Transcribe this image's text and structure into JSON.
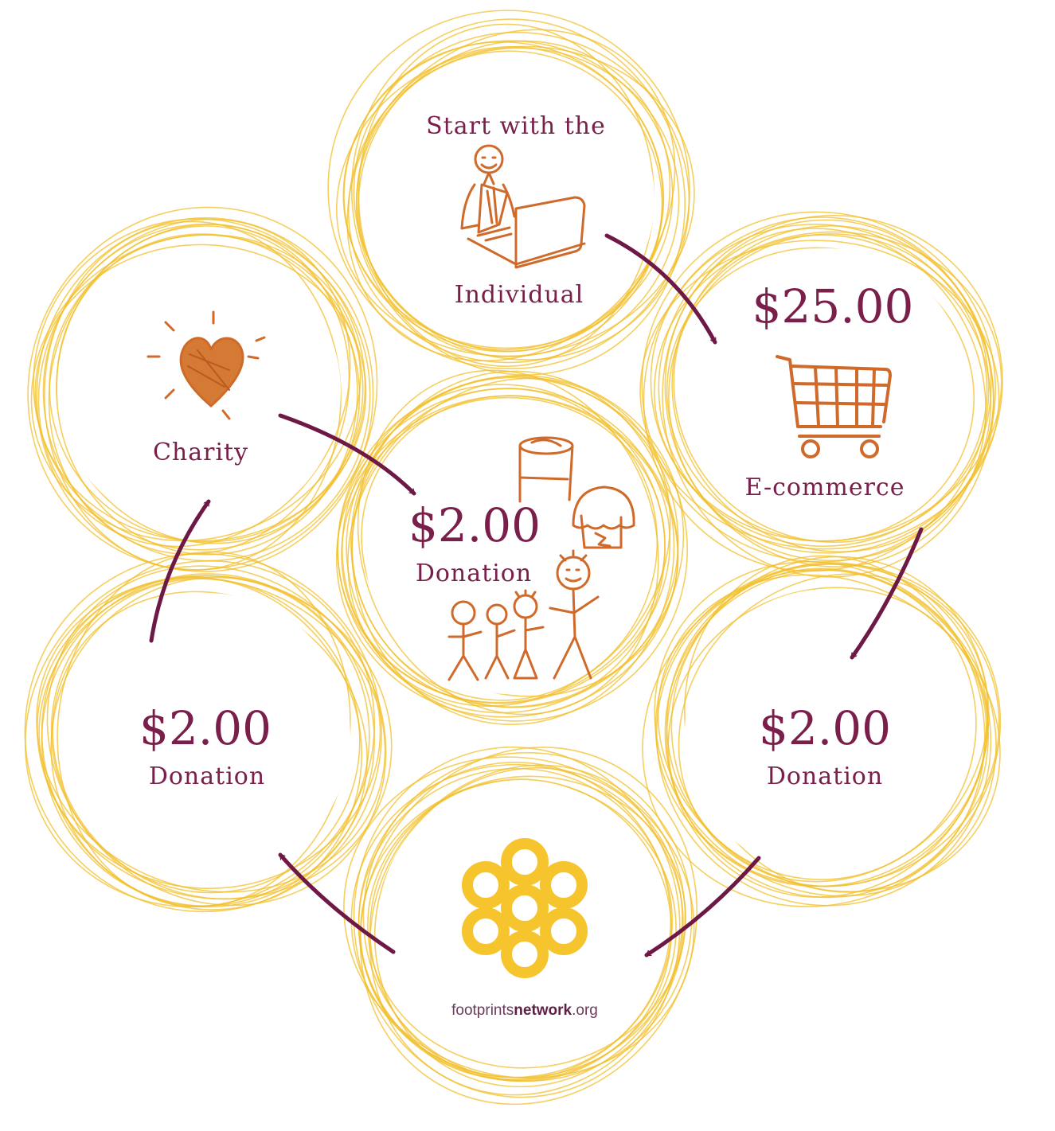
{
  "colors": {
    "ring": "#f1bf2a",
    "text": "#7a1e4a",
    "arrow": "#6e1846",
    "drawing": "#d06a2a",
    "logo": "#f6c52e"
  },
  "nodes": {
    "individual": {
      "top_label": "Start with the",
      "bottom_label": "Individual",
      "icon": "person-at-laptop-icon"
    },
    "ecommerce": {
      "amount": "$25.00",
      "label": "E-commerce",
      "icon": "shopping-cart-icon"
    },
    "donation_right": {
      "amount": "$2.00",
      "label": "Donation"
    },
    "network": {
      "logo_text_light": "footprints",
      "logo_text_bold": "network",
      "logo_text_suffix": ".org",
      "icon": "footprints-flower-logo-icon"
    },
    "donation_left": {
      "amount": "$2.00",
      "label": "Donation"
    },
    "charity": {
      "label": "Charity",
      "icon": "heart-icon"
    },
    "center": {
      "amount": "$2.00",
      "label": "Donation",
      "icon": "family-stick-figures-icon"
    }
  }
}
